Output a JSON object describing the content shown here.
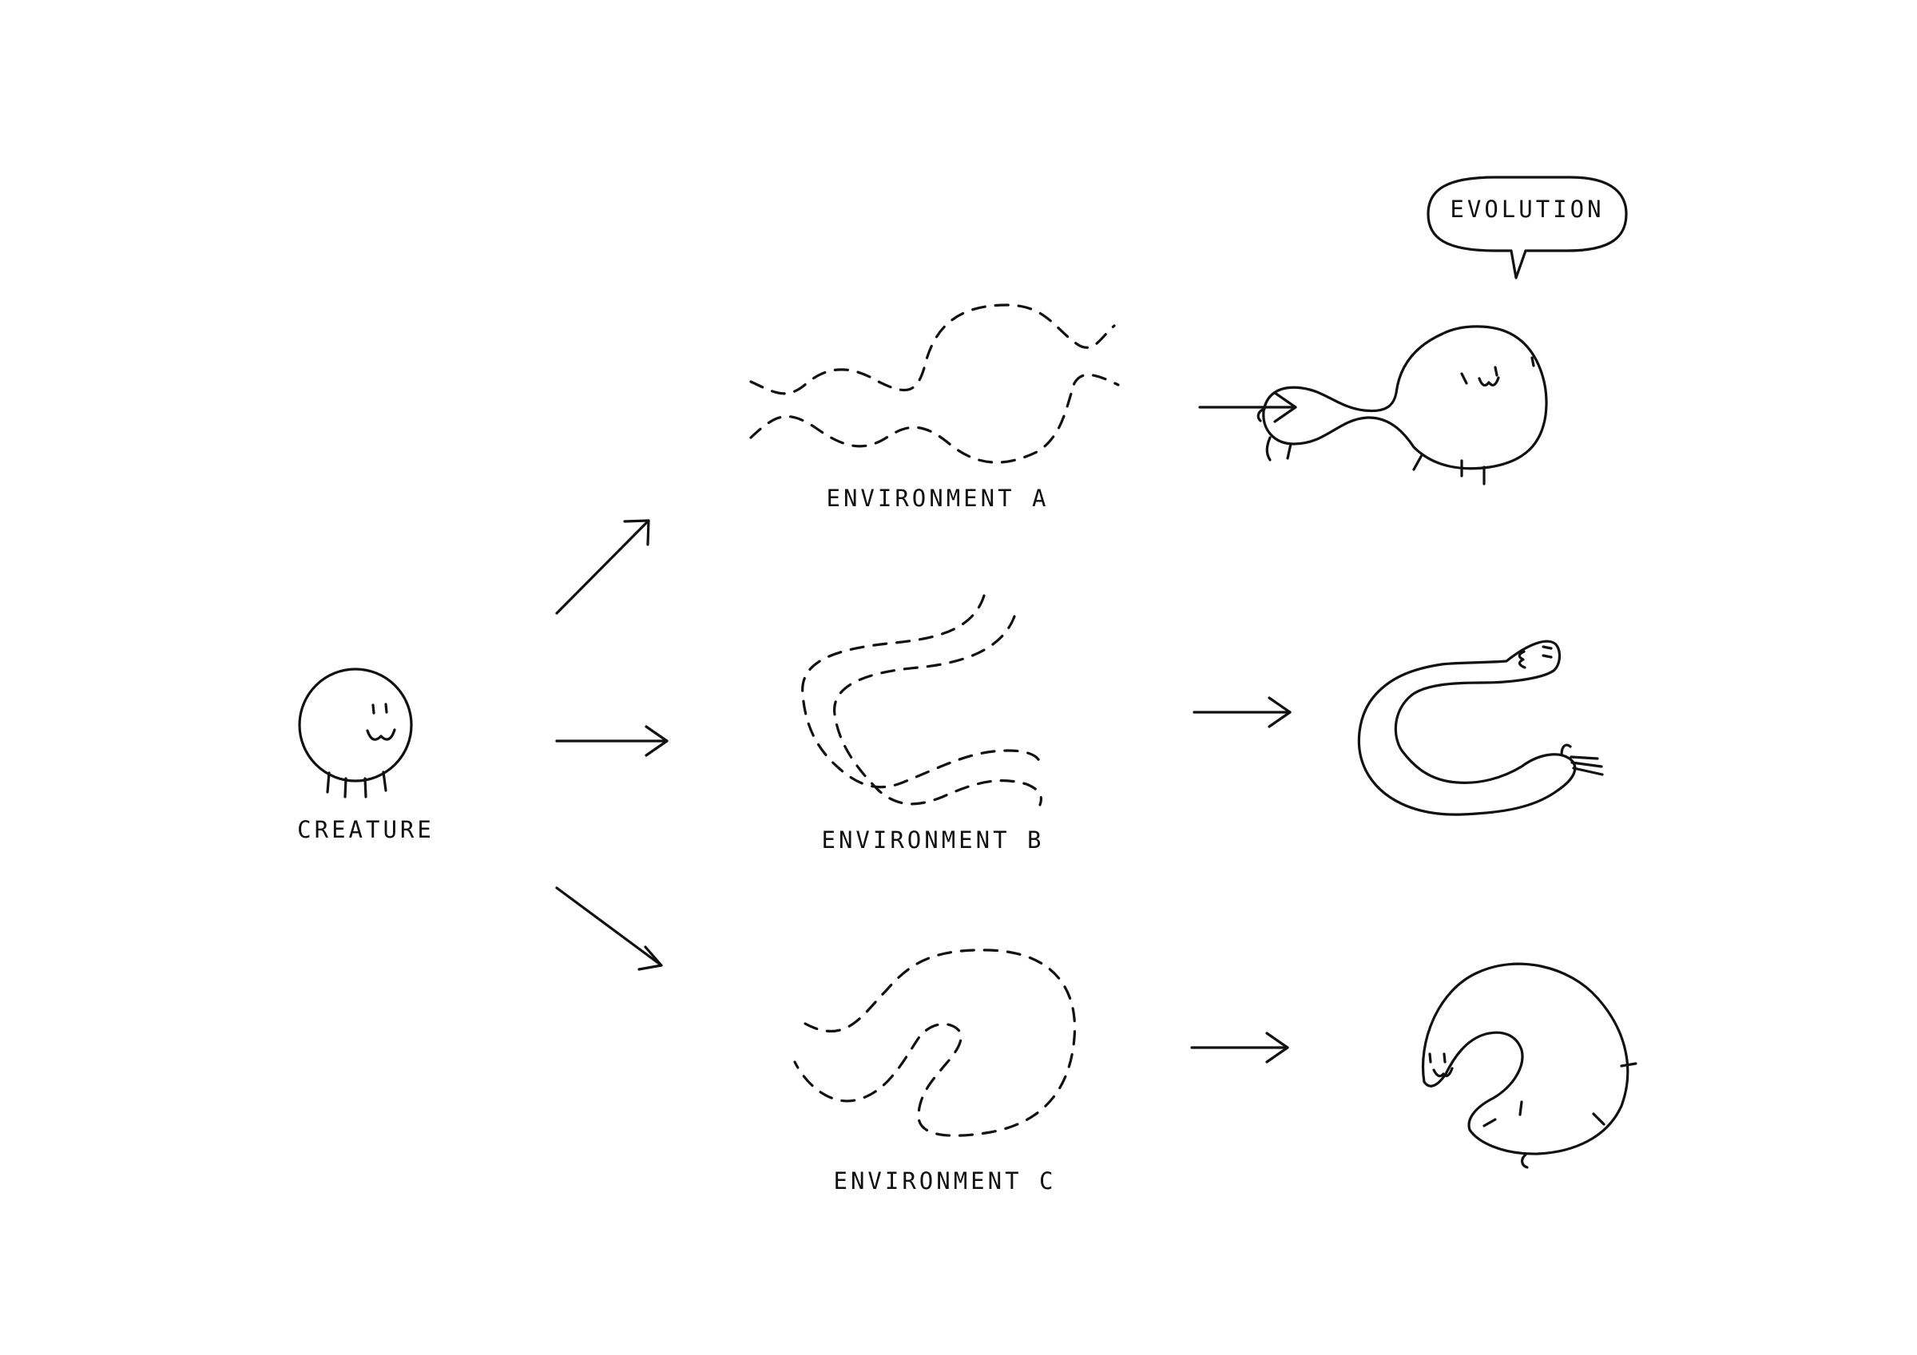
{
  "labels": {
    "creature": "CREATURE",
    "environment_a": "ENVIRONMENT A",
    "environment_b": "ENVIRONMENT B",
    "environment_c": "ENVIRONMENT C",
    "speech_bubble": "EVOLUTION"
  },
  "colors": {
    "ink": "#111111",
    "background": "#ffffff"
  }
}
